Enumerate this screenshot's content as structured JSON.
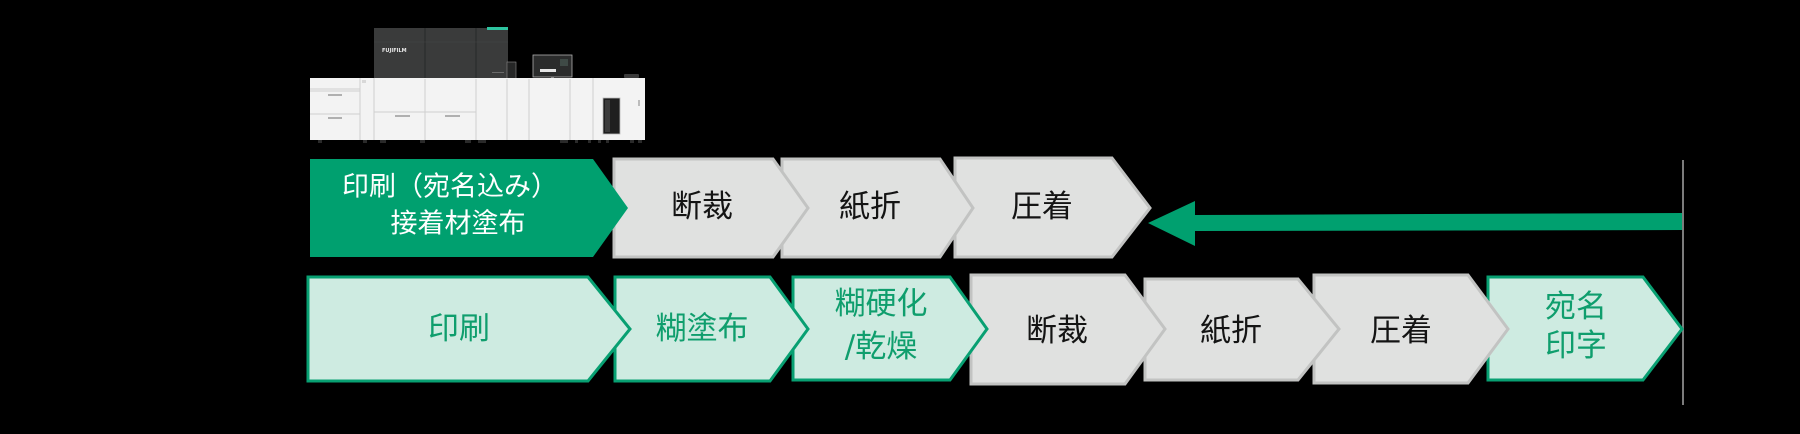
{
  "printer": {
    "brand_label": "FUJIFILM"
  },
  "row1": {
    "steps": [
      {
        "lines": [
          "印刷（宛名込み）",
          "接着材塗布"
        ],
        "style": "highlight"
      },
      {
        "label": "断裁",
        "style": "gray"
      },
      {
        "label": "紙折",
        "style": "gray"
      },
      {
        "label": "圧着",
        "style": "gray"
      }
    ]
  },
  "row2": {
    "steps": [
      {
        "label": "印刷",
        "style": "mint"
      },
      {
        "label": "糊塗布",
        "style": "mint"
      },
      {
        "lines": [
          "糊硬化",
          "/乾燥"
        ],
        "style": "mint"
      },
      {
        "label": "断裁",
        "style": "gray"
      },
      {
        "label": "紙折",
        "style": "gray"
      },
      {
        "label": "圧着",
        "style": "gray"
      },
      {
        "lines": [
          "宛名",
          "印字"
        ],
        "style": "mint"
      }
    ]
  },
  "arrow": {
    "direction": "left",
    "color": "#00a06f"
  },
  "colors": {
    "highlight_green": "#00a06f",
    "mint_fill": "#ceebe1",
    "mint_border": "#08a072",
    "mint_text": "#0f9e6d",
    "gray_fill": "#e0e1e0",
    "gray_border": "#c2c3c2",
    "background": "#000000"
  }
}
